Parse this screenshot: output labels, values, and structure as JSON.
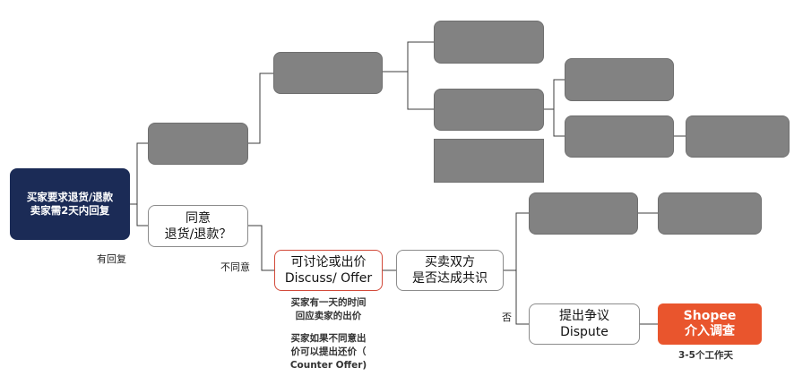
{
  "nodes": {
    "start": [
      "买家要求退货/退款",
      "卖家需2天内回复"
    ],
    "agree": [
      "同意",
      "退货/退款？"
    ],
    "discuss": [
      "可讨论或出价",
      "Discuss/ Offer"
    ],
    "consensus": [
      "买卖双方",
      "是否达成共识"
    ],
    "dispute": [
      "提出争议",
      "Dispute"
    ],
    "shopee": [
      "Shopee",
      "介入调查"
    ]
  },
  "labels": {
    "replied": "有回复",
    "disagree": "不同意",
    "no": "否",
    "days": "3-5个工作天",
    "note1": [
      "买家有一天的时间",
      "回应卖家的出价"
    ],
    "note2": [
      "买家如果不同意出",
      "价可以提出还价（",
      "Counter Offer)"
    ]
  },
  "colors": {
    "dark_box": "#1b2b56",
    "gray_box": "#828282",
    "orange_box": "#e9552d",
    "red_border": "#d24a3a",
    "line": "#3c3c3c"
  }
}
